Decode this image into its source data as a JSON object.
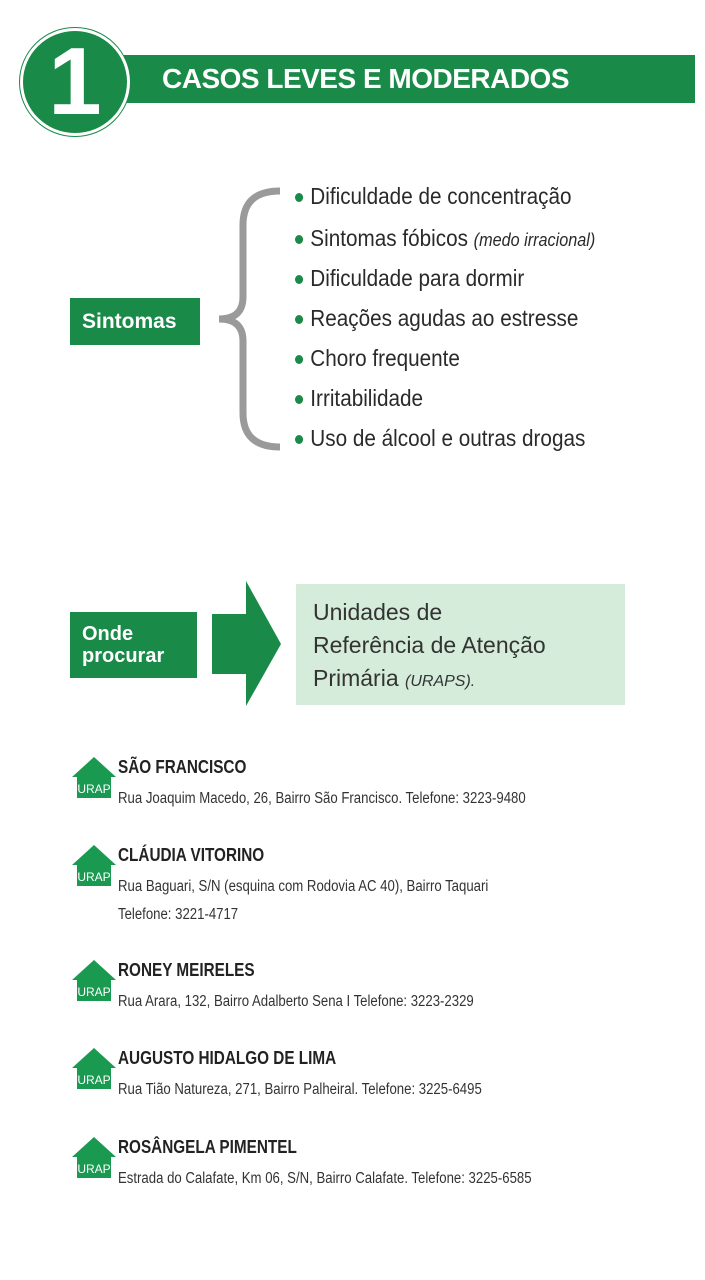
{
  "header": {
    "number": "1",
    "title": "CASOS LEVES E MODERADOS"
  },
  "symptoms": {
    "label": "Sintomas",
    "items": [
      {
        "text": "Dificuldade de concentração",
        "note": ""
      },
      {
        "text": "Sintomas fóbicos",
        "note": "(medo irracional)"
      },
      {
        "text": "Dificuldade para dormir",
        "note": ""
      },
      {
        "text": "Reações agudas ao estresse",
        "note": ""
      },
      {
        "text": "Choro frequente",
        "note": ""
      },
      {
        "text": "Irritabilidade",
        "note": ""
      },
      {
        "text": "Uso de álcool e outras drogas",
        "note": ""
      }
    ]
  },
  "where": {
    "label_line1": "Onde",
    "label_line2": "procurar",
    "dest_line1": "Unidades de",
    "dest_line2": "Referência de Atenção",
    "dest_line3": "Primária",
    "dest_abbr": "(URAPS)."
  },
  "icon_label": "URAP",
  "units": [
    {
      "name": "SÃO FRANCISCO",
      "address": "Rua Joaquim Macedo, 26, Bairro São Francisco. Telefone: 3223-9480",
      "address2": ""
    },
    {
      "name": "CLÁUDIA VITORINO",
      "address": "Rua Baguari, S/N (esquina com Rodovia AC 40), Bairro Taquari",
      "address2": "Telefone: 3221-4717"
    },
    {
      "name": "RONEY MEIRELES",
      "address": "Rua Arara, 132, Bairro Adalberto Sena I Telefone: 3223-2329",
      "address2": ""
    },
    {
      "name": "AUGUSTO HIDALGO DE LIMA",
      "address": "Rua Tião Natureza, 271, Bairro Palheiral. Telefone: 3225-6495",
      "address2": ""
    },
    {
      "name": "ROSÂNGELA PIMENTEL",
      "address": "Estrada do Calafate, Km 06, S/N, Bairro Calafate. Telefone: 3225-6585",
      "address2": ""
    }
  ],
  "colors": {
    "green": "#1a8a48",
    "light": "#d4ecd9"
  }
}
